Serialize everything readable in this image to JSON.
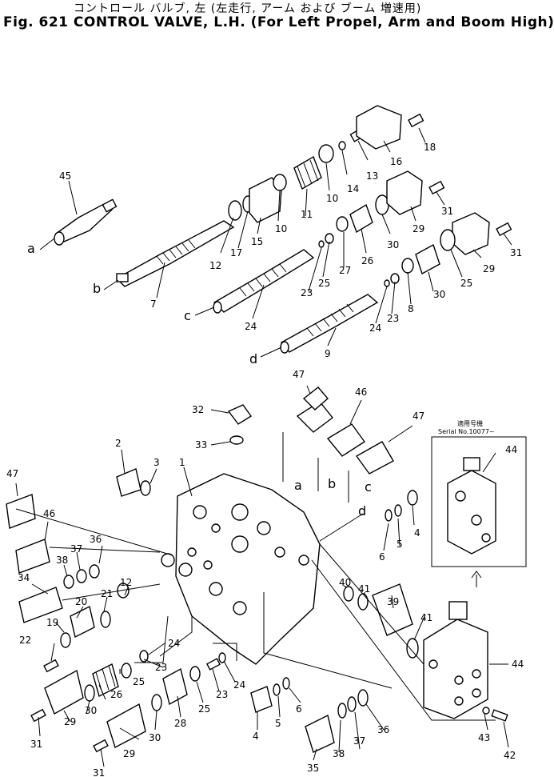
{
  "header": {
    "title_jp": "コントロール バルブ, 左 (左走行, アーム および ブーム 増速用)",
    "title_en": "Fig. 621 CONTROL VALVE, L.H. (For Left Propel, Arm and Boom High)"
  },
  "inset": {
    "label_jp": "適用号機",
    "serial": "Serial No.10077~"
  },
  "letters": [
    "a",
    "b",
    "c",
    "d"
  ],
  "callouts": [
    "45",
    "18",
    "16",
    "13",
    "14",
    "10",
    "10",
    "11",
    "15",
    "17",
    "12",
    "7",
    "31",
    "29",
    "31",
    "29",
    "30",
    "26",
    "25",
    "30",
    "27",
    "25",
    "23",
    "24",
    "8",
    "23",
    "24",
    "9",
    "47",
    "46",
    "47",
    "32",
    "33",
    "2",
    "3",
    "1",
    "47",
    "46",
    "36",
    "37",
    "38",
    "34",
    "12",
    "21",
    "20",
    "19",
    "22",
    "24",
    "23",
    "25",
    "26",
    "30",
    "29",
    "31",
    "24",
    "23",
    "25",
    "28",
    "30",
    "29",
    "31",
    "4",
    "5",
    "6",
    "4",
    "5",
    "6",
    "40",
    "41",
    "39",
    "41",
    "44",
    "44",
    "43",
    "42",
    "35",
    "38",
    "37",
    "36"
  ]
}
